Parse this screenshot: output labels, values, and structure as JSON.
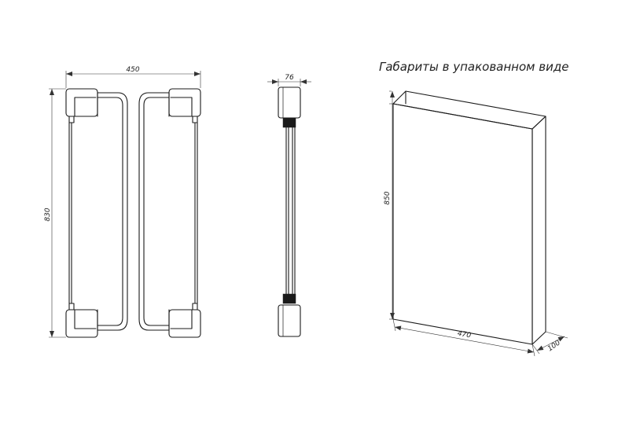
{
  "title": "Габариты в упакованном виде",
  "front_view": {
    "width_label": "450",
    "height_label": "830"
  },
  "side_view": {
    "depth_label": "76"
  },
  "package": {
    "height_label": "850",
    "width_label": "470",
    "depth_label": "100"
  },
  "colors": {
    "line": "#1a1a1a",
    "background": "#ffffff"
  }
}
